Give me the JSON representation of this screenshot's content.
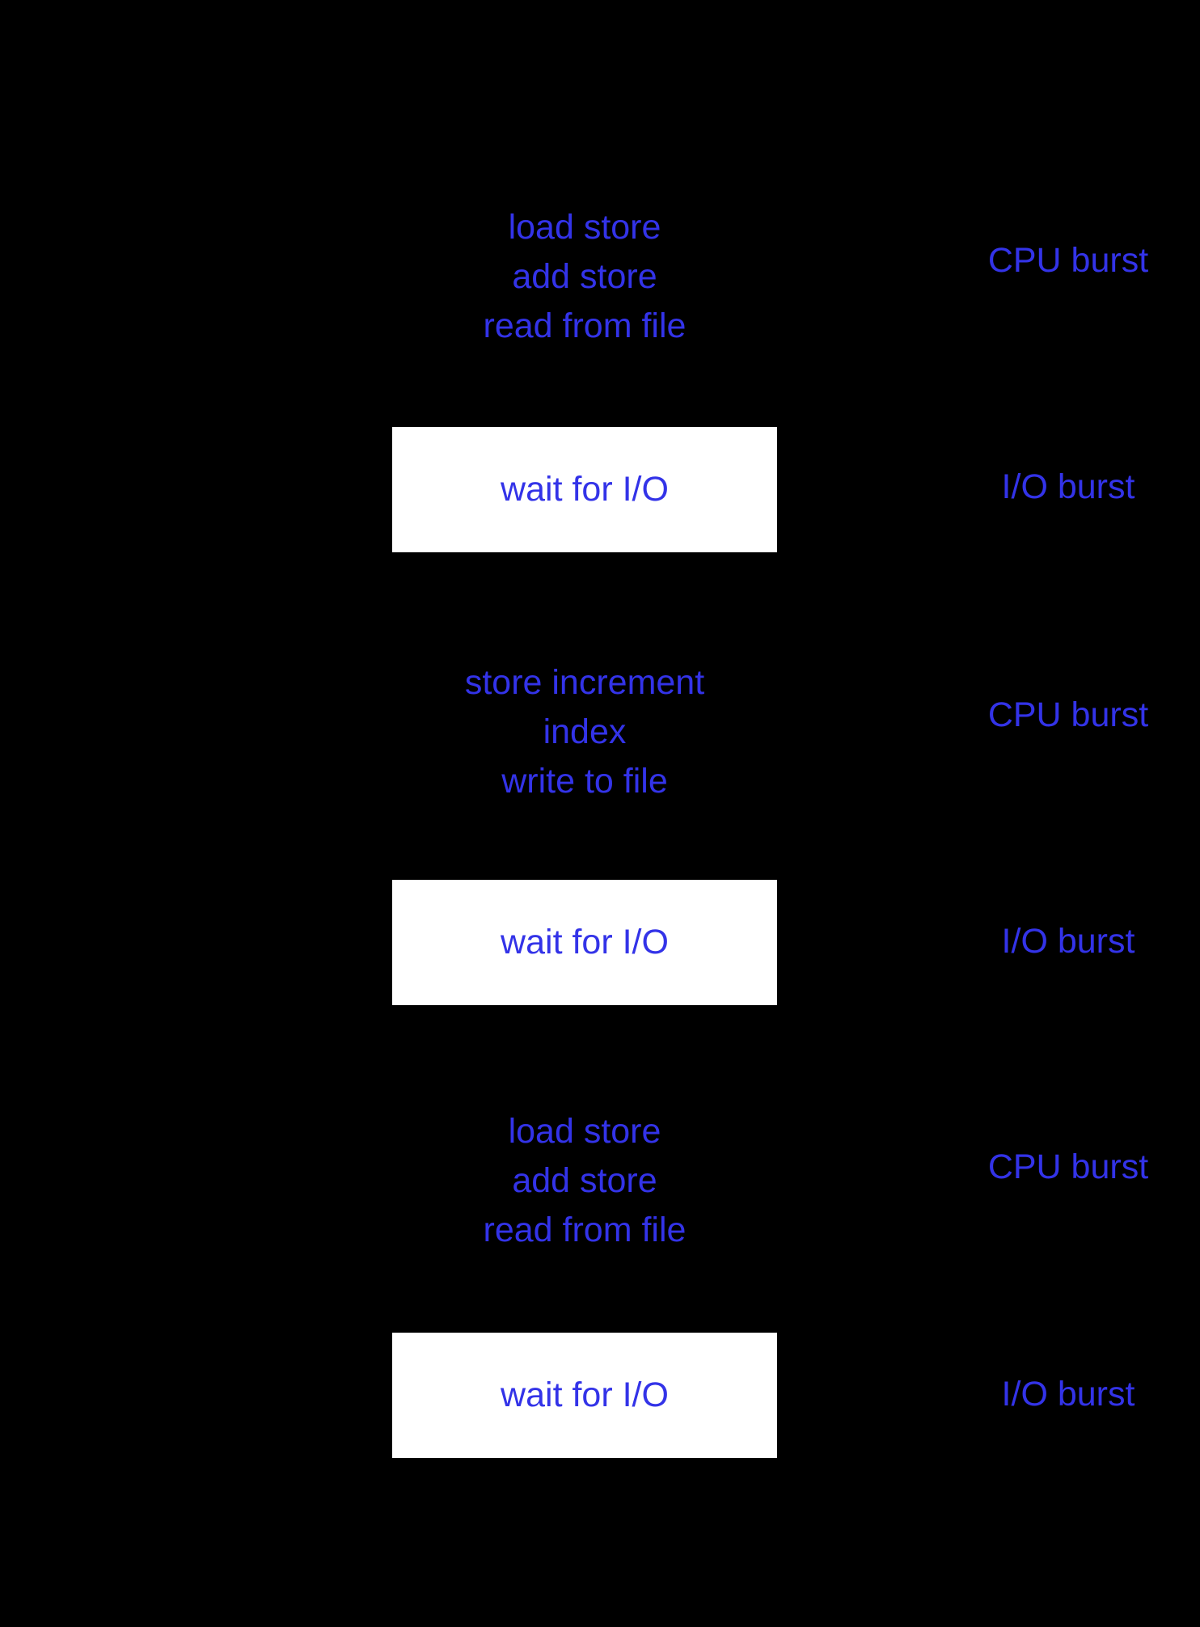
{
  "colors": {
    "background": "#000000",
    "text_blue": "#3333e8",
    "box_fill": "#ffffff"
  },
  "diagram": {
    "title": "cpu-and-io-burst-cycle",
    "sequence": [
      {
        "kind": "cpu-burst-instructions",
        "lines": [
          "load store",
          "add store",
          "read from file"
        ],
        "side_label": "CPU burst"
      },
      {
        "kind": "io-wait-box",
        "box_text": "wait for I/O",
        "side_label": "I/O burst"
      },
      {
        "kind": "cpu-burst-instructions",
        "lines": [
          "store increment",
          "index",
          "write to file"
        ],
        "side_label": "CPU burst"
      },
      {
        "kind": "io-wait-box",
        "box_text": "wait for I/O",
        "side_label": "I/O burst"
      },
      {
        "kind": "cpu-burst-instructions",
        "lines": [
          "load store",
          "add store",
          "read from file"
        ],
        "side_label": "CPU burst"
      },
      {
        "kind": "io-wait-box",
        "box_text": "wait for I/O",
        "side_label": "I/O burst"
      }
    ]
  }
}
